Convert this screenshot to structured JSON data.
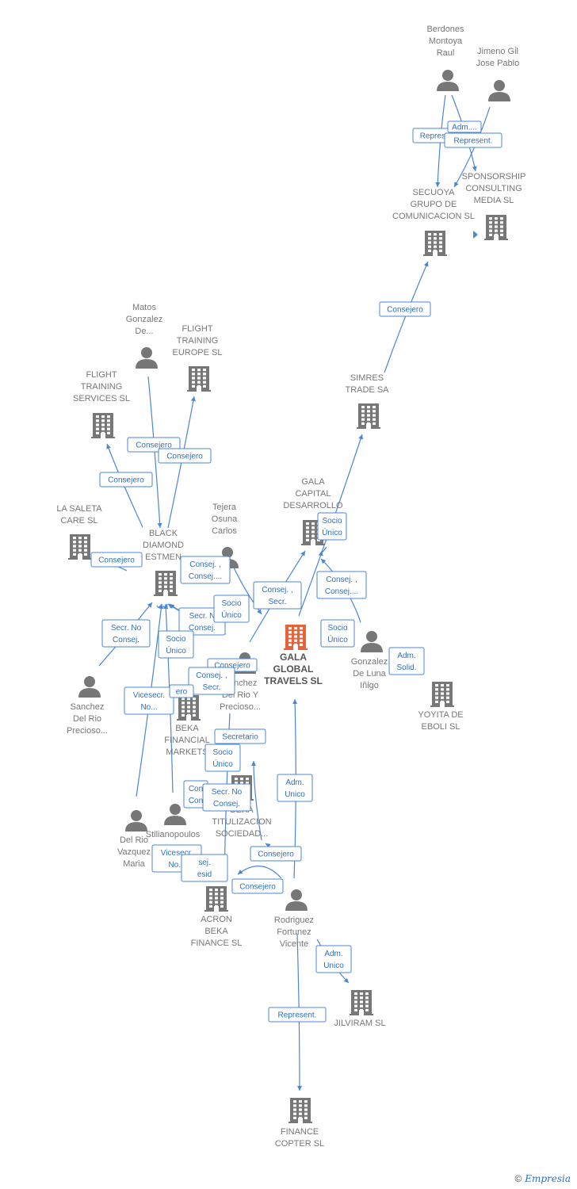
{
  "colors": {
    "edge": "#4a86d4",
    "company": "#777777",
    "person": "#777777",
    "main": "#e8623a",
    "label_text": "#2f6fc0"
  },
  "nodes": [
    {
      "id": "berdones",
      "type": "person",
      "label": [
        "Berdones",
        "Montoya",
        "Raul"
      ]
    },
    {
      "id": "jimeno",
      "type": "person",
      "label": [
        "Jimeno Gil",
        "Jose Pablo"
      ]
    },
    {
      "id": "secuoya",
      "type": "company",
      "label": [
        "SECUOYA",
        "GRUPO DE",
        "COMUNICACION SL"
      ]
    },
    {
      "id": "sponsorship",
      "type": "company",
      "label": [
        "SPONSORSHIP",
        "CONSULTING",
        "MEDIA SL"
      ]
    },
    {
      "id": "simres",
      "type": "company",
      "label": [
        "SIMRES",
        "TRADE SA"
      ]
    },
    {
      "id": "matos",
      "type": "person",
      "label": [
        "Matos",
        "Gonzalez",
        "De..."
      ]
    },
    {
      "id": "flight_europe",
      "type": "company",
      "label": [
        "FLIGHT",
        "TRAINING",
        "EUROPE SL"
      ]
    },
    {
      "id": "flight_services",
      "type": "company",
      "label": [
        "FLIGHT",
        "TRAINING",
        "SERVICES SL"
      ]
    },
    {
      "id": "saleta",
      "type": "company",
      "label": [
        "LA SALETA",
        "CARE  SL"
      ]
    },
    {
      "id": "black",
      "type": "company",
      "label": [
        "BLACK",
        "DIAMOND",
        "ESTMEN"
      ]
    },
    {
      "id": "tejera",
      "type": "person",
      "label": [
        "Tejera",
        "Osuna",
        "Carlos"
      ]
    },
    {
      "id": "gala_capital",
      "type": "company",
      "label": [
        "GALA",
        "CAPITAL",
        "DESARROLLO"
      ]
    },
    {
      "id": "gala_global",
      "type": "main",
      "label": [
        "GALA",
        "GLOBAL",
        "TRAVELS  SL"
      ]
    },
    {
      "id": "gonzalez",
      "type": "person",
      "label": [
        "Gonzalez",
        "De Luna",
        "Iñigo"
      ]
    },
    {
      "id": "yoyita",
      "type": "company",
      "label": [
        "YOYITA DE",
        "EBOLI  SL"
      ]
    },
    {
      "id": "sanchez_left",
      "type": "person",
      "label": [
        "Sanchez",
        "Del Rio",
        "Precioso..."
      ]
    },
    {
      "id": "sanchez_mid",
      "type": "person",
      "label": [
        "Sanchez",
        "Del Rio Y",
        "Precioso..."
      ]
    },
    {
      "id": "beka_fin",
      "type": "company",
      "label": [
        "BEKA",
        "FINANCIAL",
        "MARKETS"
      ]
    },
    {
      "id": "beka_tit",
      "type": "company",
      "label": [
        "BEKA",
        "TITULIZACION",
        "SOCIEDAD..."
      ]
    },
    {
      "id": "delrio",
      "type": "person",
      "label": [
        "Del Rio",
        "Vazquez",
        "Maria"
      ]
    },
    {
      "id": "stilianopoulos",
      "type": "person",
      "label": [
        "Stilianopoulos"
      ]
    },
    {
      "id": "acron",
      "type": "company",
      "label": [
        "ACRON",
        "BEKA",
        "FINANCE  SL"
      ]
    },
    {
      "id": "rodriguez",
      "type": "person",
      "label": [
        "Rodriguez",
        "Fortunez",
        "Vicente"
      ]
    },
    {
      "id": "jilviram",
      "type": "company",
      "label": [
        "JILVIRAM  SL"
      ]
    },
    {
      "id": "copter",
      "type": "company",
      "label": [
        "FINANCE",
        "COPTER  SL"
      ]
    }
  ],
  "edge_labels": [
    [
      "Repres..."
    ],
    [
      "Adm...."
    ],
    [
      "Represent."
    ],
    [
      "Consejero"
    ],
    [
      "Consejero"
    ],
    [
      "Consejero"
    ],
    [
      "Consejero"
    ],
    [
      "Consejero"
    ],
    [
      "Consej. ,",
      "Consej...."
    ],
    [
      "Secr.  No",
      "Consej."
    ],
    [
      "Secr.  N",
      "Consej."
    ],
    [
      "Socio",
      "Único"
    ],
    [
      "Socio",
      "Único"
    ],
    [
      "Consej. ,",
      "Secr."
    ],
    [
      "Socio",
      "Único"
    ],
    [
      "Consej. ,",
      "Consej...."
    ],
    [
      "Socio",
      "Único"
    ],
    [
      "Adm.",
      "Solid."
    ],
    [
      "Consejero"
    ],
    [
      "Consej. ,",
      "Secr."
    ],
    [
      "Vicesecr.",
      "No..."
    ],
    [
      "ero"
    ],
    [
      "Secretario"
    ],
    [
      "Socio",
      "Único"
    ],
    [
      "Con",
      "Con"
    ],
    [
      "Secr.  No",
      "Consej."
    ],
    [
      "Adm.",
      "Unico"
    ],
    [
      "Consejero"
    ],
    [
      "Vicesecr.",
      "No..."
    ],
    [
      "sej.",
      "esid"
    ],
    [
      "Consejero"
    ],
    [
      "Adm.",
      "Unico"
    ],
    [
      "Represent."
    ]
  ],
  "footer": {
    "copyright": "©",
    "brand": "Empresia"
  }
}
